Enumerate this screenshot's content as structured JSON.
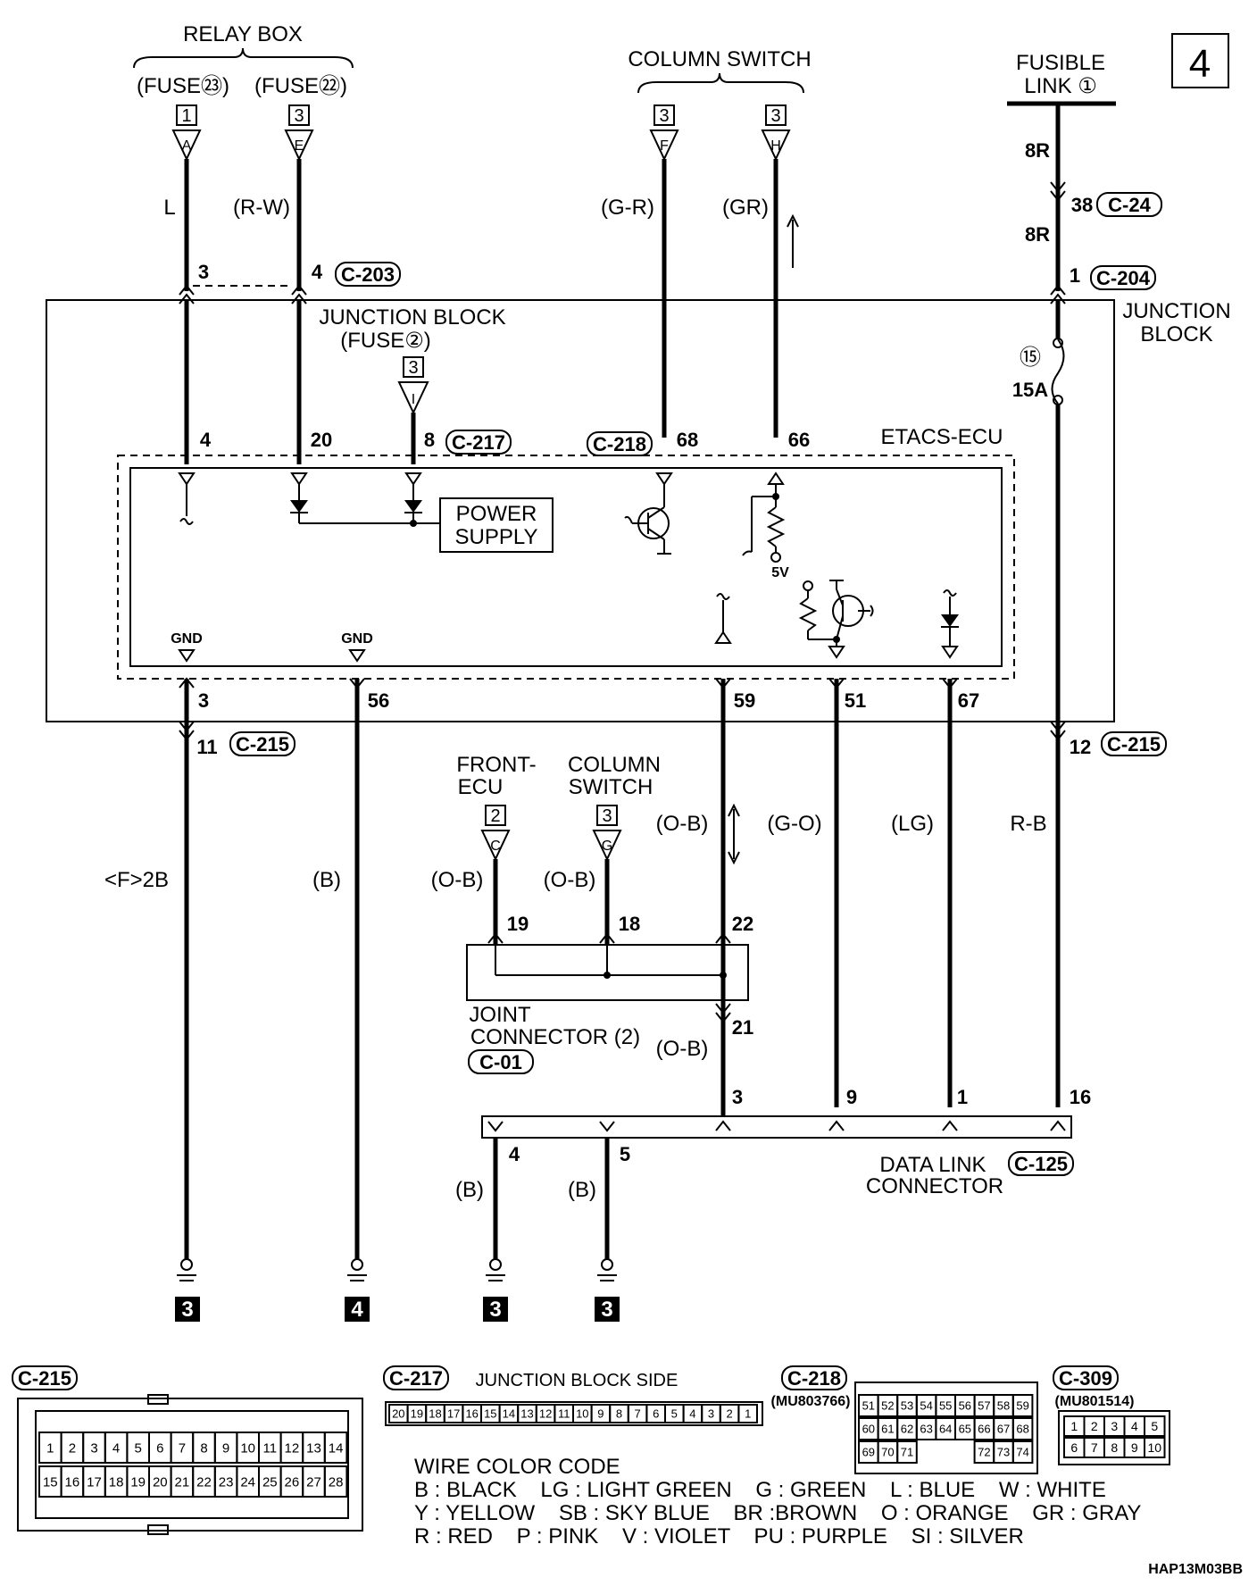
{
  "page_number": "4",
  "diagram_code": "HAP13M03BB",
  "relay_box": {
    "title": "RELAY BOX",
    "fuse23": "(FUSE㉓)",
    "fuse22": "(FUSE㉒)"
  },
  "column_switch_top": {
    "title": "COLUMN SWITCH"
  },
  "fusible_link": {
    "title_line1": "FUSIBLE",
    "title_line2": "LINK ①"
  },
  "junction_block": {
    "label_line1": "JUNCTION",
    "label_line2": "BLOCK",
    "fuse_line1": "JUNCTION BLOCK",
    "fuse_line2": "(FUSE②)",
    "fuse15": "⑮",
    "fuse15_rating": "15A"
  },
  "ecu": {
    "name": "ETACS-ECU",
    "power_supply_line1": "POWER",
    "power_supply_line2": "SUPPLY",
    "gnd1": "GND",
    "gnd2": "GND",
    "volt": "5V"
  },
  "connector_refs": {
    "c203": "C-203",
    "c204": "C-204",
    "c24": "C-24",
    "c217": "C-217",
    "c218": "C-218",
    "c215": "C-215",
    "c215b": "C-215",
    "c01": "C-01",
    "c125": "C-125"
  },
  "top_terminals": [
    {
      "page": "1",
      "letter": "A"
    },
    {
      "page": "3",
      "letter": "E"
    },
    {
      "page": "3",
      "letter": "F"
    },
    {
      "page": "3",
      "letter": "H"
    },
    {
      "page": "3",
      "letter": "I"
    }
  ],
  "wire_colors": {
    "w1": "L",
    "w2": "(R-W)",
    "w3": "(G-R)",
    "w4": "(GR)",
    "w5a": "8R",
    "w5b": "8R",
    "w6": "<F>2B",
    "w7": "(B)",
    "w8": "(O-B)",
    "w9": "(G-O)",
    "w10": "(LG)",
    "w11": "R-B",
    "w12": "(O-B)",
    "w13": "(O-B)",
    "w14": "(O-B)",
    "w15": "(B)",
    "w16": "(B)"
  },
  "pins": {
    "p3": "3",
    "p4": "4",
    "p1": "1",
    "p38": "38",
    "p4b": "4",
    "p20": "20",
    "p8": "8",
    "p68": "68",
    "p66": "66",
    "p3b": "3",
    "p56": "56",
    "p59": "59",
    "p51": "51",
    "p67": "67",
    "p11": "11",
    "p12": "12",
    "p19": "19",
    "p18": "18",
    "p22": "22",
    "p21": "21",
    "p3c": "3",
    "p9": "9",
    "p1b": "1",
    "p16": "16",
    "p4c": "4",
    "p5": "5"
  },
  "lower_sources": {
    "front_ecu_line1": "FRONT-",
    "front_ecu_line2": "ECU",
    "column_switch_line1": "COLUMN",
    "column_switch_line2": "SWITCH",
    "term_front": {
      "page": "2",
      "letter": "C"
    },
    "term_col": {
      "page": "3",
      "letter": "G"
    }
  },
  "joint_connector": {
    "line1": "JOINT",
    "line2": "CONNECTOR (2)"
  },
  "data_link": {
    "line1": "DATA LINK",
    "line2": "CONNECTOR"
  },
  "ground_refs": [
    "3",
    "4",
    "3",
    "3"
  ],
  "connector_views": {
    "c215": {
      "label": "C-215",
      "row1": [
        "1",
        "2",
        "3",
        "4",
        "5",
        "6",
        "7",
        "8",
        "9",
        "10",
        "11",
        "12",
        "13",
        "14"
      ],
      "row2": [
        "15",
        "16",
        "17",
        "18",
        "19",
        "20",
        "21",
        "22",
        "23",
        "24",
        "25",
        "26",
        "27",
        "28"
      ]
    },
    "c217": {
      "label": "C-217",
      "side": "JUNCTION BLOCK SIDE",
      "pins": [
        "20",
        "19",
        "18",
        "17",
        "16",
        "15",
        "14",
        "13",
        "12",
        "11",
        "10",
        "9",
        "8",
        "7",
        "6",
        "5",
        "4",
        "3",
        "2",
        "1"
      ]
    },
    "c218": {
      "label": "C-218",
      "part": "(MU803766)",
      "row1": [
        "51",
        "52",
        "53",
        "54",
        "55",
        "56",
        "57",
        "58",
        "59"
      ],
      "row2": [
        "60",
        "61",
        "62",
        "63",
        "64",
        "65",
        "66",
        "67",
        "68"
      ],
      "row3": [
        "69",
        "70",
        "71",
        "",
        "",
        "",
        "72",
        "73",
        "74"
      ]
    },
    "c309": {
      "label": "C-309",
      "part": "(MU801514)",
      "row1": [
        "1",
        "2",
        "3",
        "4",
        "5"
      ],
      "row2": [
        "6",
        "7",
        "8",
        "9",
        "10"
      ]
    }
  },
  "wire_color_code": {
    "title": "WIRE COLOR CODE",
    "line1": "B : BLACK    LG : LIGHT GREEN    G : GREEN    L : BLUE    W : WHITE",
    "line2": "Y : YELLOW    SB : SKY BLUE    BR :BROWN    O : ORANGE    GR : GRAY",
    "line3": "R : RED    P : PINK    V : VIOLET    PU : PURPLE    SI : SILVER"
  }
}
